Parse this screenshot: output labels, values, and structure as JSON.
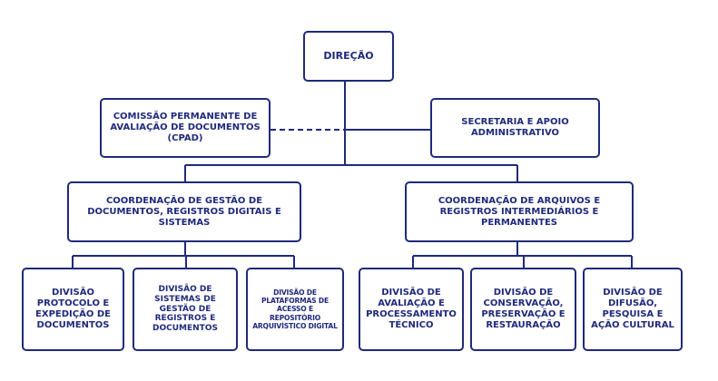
{
  "colors": {
    "primary": "#1f2a7a",
    "background": "#ffffff"
  },
  "nodes": {
    "direcao": "DIREÇÃO",
    "cpad": "COMISSÃO PERMANENTE DE AVALIAÇÃO DE DOCUMENTOS (CPAD)",
    "secretaria": "SECRETARIA E APOIO ADMINISTRATIVO",
    "coord_gestao": "COORDENAÇÃO DE GESTÃO DE DOCUMENTOS, REGISTROS DIGITAIS E SISTEMAS",
    "coord_arquivos": "COORDENAÇÃO DE ARQUIVOS E REGISTROS INTERMEDIÁRIOS E PERMANENTES",
    "div_protocolo": "DIVISÃO PROTOCOLO E EXPEDIÇÃO DE DOCUMENTOS",
    "div_sistemas": "DIVISÃO DE SISTEMAS DE GESTÃO DE REGISTROS E DOCUMENTOS",
    "div_plataformas": "DIVISÃO DE PLATAFORMAS DE ACESSO E REPOSITÓRIO ARQUIVÍSTICO DIGITAL",
    "div_avaliacao": "DIVISÃO DE AVALIAÇÃO E PROCESSAMENTO TÉCNICO",
    "div_conservacao": "DIVISÃO DE CONSERVAÇÃO, PRESERVAÇÃO E RESTAURAÇÃO",
    "div_difusao": "DIVISÃO DE DIFUSÃO, PESQUISA E AÇÃO CULTURAL"
  }
}
